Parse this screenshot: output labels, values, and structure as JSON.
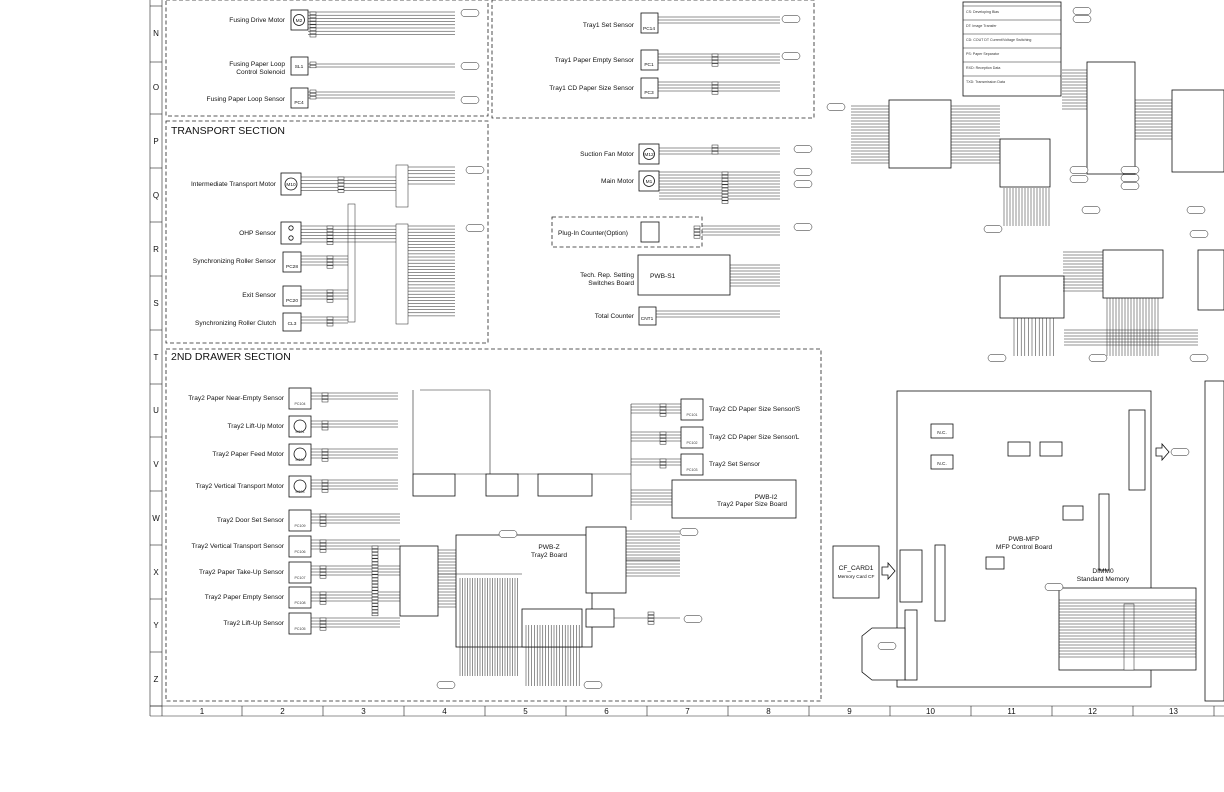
{
  "row_labels": [
    "N",
    "O",
    "P",
    "Q",
    "R",
    "S",
    "T",
    "U",
    "V",
    "W",
    "X",
    "Y",
    "Z"
  ],
  "col_labels": [
    "1",
    "2",
    "3",
    "4",
    "5",
    "6",
    "7",
    "8",
    "9",
    "10",
    "11",
    "12",
    "13"
  ],
  "sections": {
    "transport": "TRANSPORT SECTION",
    "drawer2": "2ND DRAWER SECTION"
  },
  "left_components": {
    "fusing_drive_motor": "Fusing Drive Motor",
    "fusing_paper_loop_solenoid": "Fusing Paper Loop\nControl Solenoid",
    "fusing_paper_loop_sensor": "Fusing Paper Loop Sensor",
    "intermediate_transport_motor": "Intermediate Transport Motor",
    "ohp_sensor": "OHP Sensor",
    "sync_roller_sensor": "Synchronizing Roller Sensor",
    "exit_sensor": "Exit Sensor",
    "sync_roller_clutch": "Synchronizing Roller Clutch"
  },
  "middle_components": {
    "tray1_set_sensor": "Tray1 Set Sensor",
    "tray1_paper_empty_sensor": "Tray1 Paper Empty Sensor",
    "tray1_cd_paper_size_sensor": "Tray1 CD Paper Size Sensor",
    "suction_fan_motor": "Suction Fan Motor",
    "main_motor": "Main Motor",
    "plugin_counter": "Plug-In Counter(Option)",
    "tech_rep_setting": "Tech. Rep. Setting\nSwitches Board",
    "pwb_s1": "PWB-S1",
    "total_counter": "Total Counter"
  },
  "drawer2_components": {
    "near_empty": "Tray2 Paper Near-Empty Sensor",
    "lift_up_motor": "Tray2 Lift-Up Motor",
    "paper_feed_motor": "Tray2 Paper Feed Motor",
    "vertical_transport_motor": "Tray2 Vertical Transport Motor",
    "door_set": "Tray2 Door Set Sensor",
    "vertical_transport_sensor": "Tray2 Vertical Transport Sensor",
    "paper_takeup": "Tray2 Paper Take-Up Sensor",
    "paper_empty": "Tray2 Paper Empty Sensor",
    "lift_up_sensor": "Tray2 Lift-Up Sensor",
    "cd_size_s": "Tray2 CD Paper Size Sensor/S",
    "cd_size_l": "Tray2 CD Paper Size Sensor/L",
    "set_sensor": "Tray2 Set Sensor",
    "pwb_i2": "PWB-I2",
    "pwb_i2_sub": "Tray2 Paper Size Board",
    "pwb_z": "PWB-Z",
    "pwb_z_sub": "Tray2 Board"
  },
  "right_components": {
    "cf_card": "CF_CARD1",
    "cf_card_sub": "Memory Card CF",
    "pwb_mfp": "PWB-MFP",
    "pwb_mfp_sub": "MFP Control Board",
    "dimm0": "DIMM0",
    "dimm0_sub": "Standard Memory",
    "nc1": "N.C.",
    "nc2": "N.C."
  },
  "signal_list": [
    "CS: Developing Bias",
    "DT: Image Transfer",
    "CD: COUT DT Current/Voltage Switching",
    "PS: Paper Separator",
    "RXD: Reception Data",
    "TXD: Transmission Data"
  ],
  "part_codes": {
    "m2": "M2",
    "sl1": "SL1",
    "pc4": "PC4",
    "m10": "M10",
    "pc14": "PC14",
    "pc1": "PC1",
    "pc3": "PC3",
    "m12": "M12",
    "m1": "M1",
    "cnt1": "CNT1",
    "pc28": "PC28",
    "pc20": "PC20",
    "cl3": "CL3",
    "pc104": "PC104",
    "m101": "M101",
    "m102": "M102",
    "m103": "M103",
    "pc109": "PC109",
    "pc106": "PC106",
    "pc107": "PC107",
    "pc108": "PC108",
    "pc105": "PC105",
    "pc101": "PC101",
    "pc102": "PC102",
    "pc103": "PC103"
  }
}
